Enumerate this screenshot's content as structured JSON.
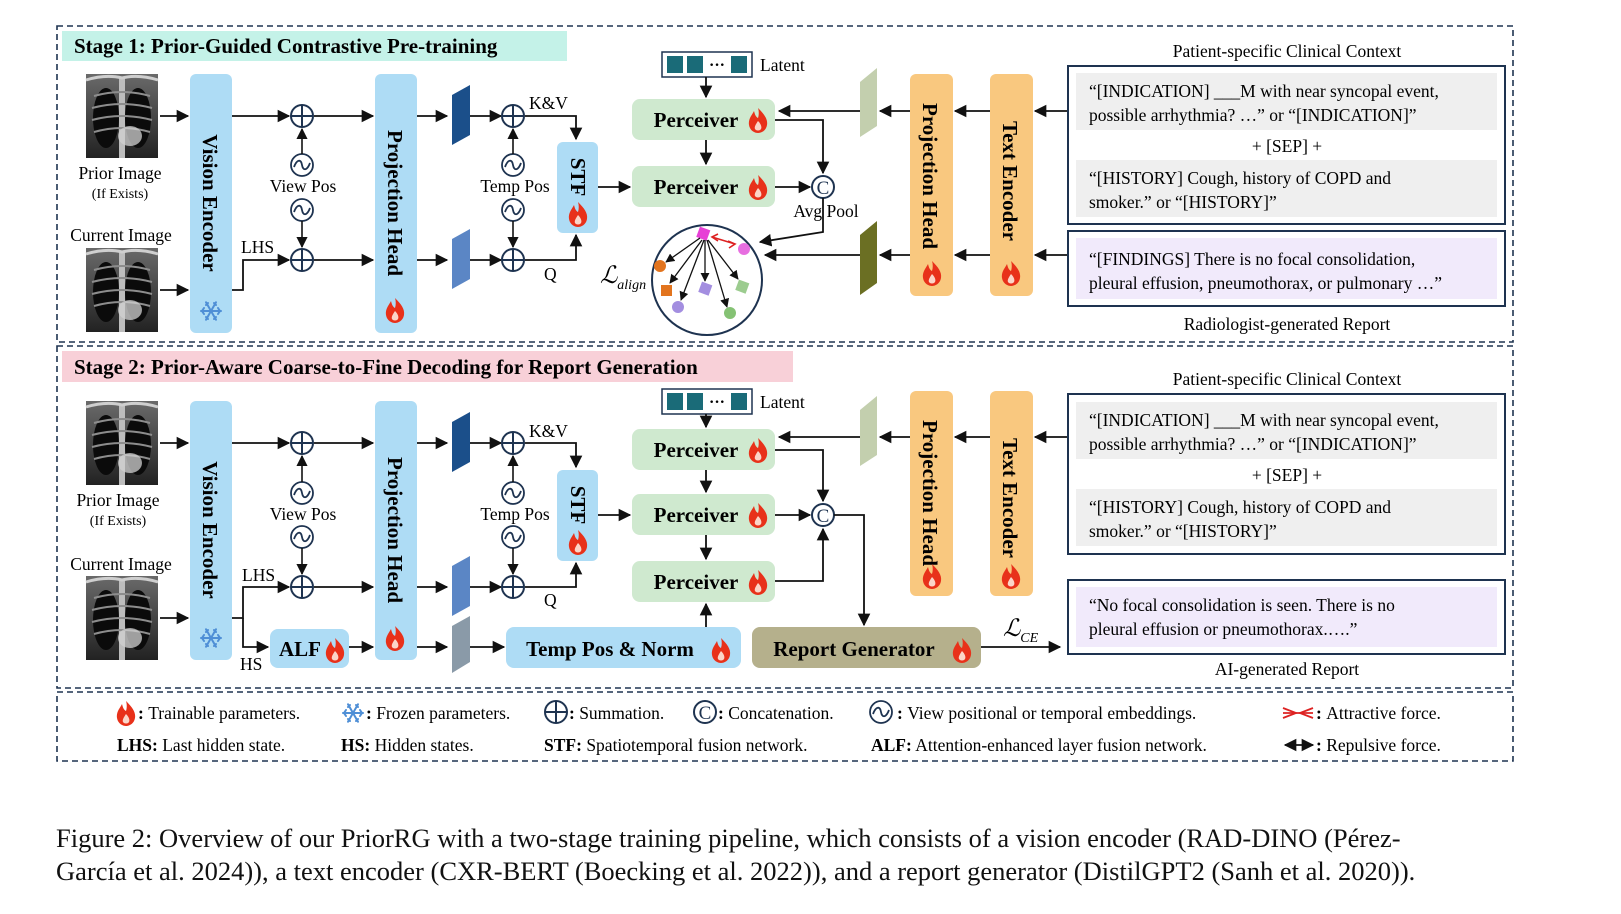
{
  "stage1": {
    "title": "Stage 1: Prior-Guided Contrastive Pre-training",
    "prior_image_label": "Prior Image",
    "prior_image_sub": "(If Exists)",
    "current_image_label": "Current Image",
    "vision_encoder": "Vision Encoder",
    "projection_head": "Projection Head",
    "view_pos": "View Pos",
    "temp_pos": "Temp Pos",
    "lhs": "LHS",
    "kv": "K&V",
    "q": "Q",
    "stf": "STF",
    "latent": "Latent",
    "perceiver": "Perceiver",
    "avg_pool": "Avg Pool",
    "loss_align_main": "ℒ",
    "loss_align_sub": "align",
    "text_projection_head": "Projection Head",
    "text_encoder": "Text Encoder",
    "context_title": "Patient-specific Clinical Context",
    "indication_line1": "“[INDICATION] ___M with near syncopal event,",
    "indication_line2": "possible arrhythmia? …” or “[INDICATION]”",
    "sep": "+ [SEP] +",
    "history_line1": "“[HISTORY] Cough, history of COPD and",
    "history_line2": "smoker.” or “[HISTORY]”",
    "findings_line1": "“[FINDINGS] There is no focal consolidation,",
    "findings_line2": "pleural effusion, pneumothorax, or pulmonary …”",
    "report_label": "Radiologist-generated Report"
  },
  "stage2": {
    "title": "Stage 2: Prior-Aware Coarse-to-Fine Decoding for Report Generation",
    "prior_image_label": "Prior Image",
    "prior_image_sub": "(If Exists)",
    "current_image_label": "Current Image",
    "vision_encoder": "Vision Encoder",
    "projection_head": "Projection Head",
    "view_pos": "View Pos",
    "temp_pos": "Temp Pos",
    "lhs": "LHS",
    "hs": "HS",
    "alf": "ALF",
    "kv": "K&V",
    "q": "Q",
    "stf": "STF",
    "latent": "Latent",
    "perceiver": "Perceiver",
    "temp_pos_norm": "Temp Pos & Norm",
    "report_generator": "Report Generator",
    "loss_ce_main": "ℒ",
    "loss_ce_sub": "CE",
    "text_projection_head": "Projection Head",
    "text_encoder": "Text Encoder",
    "context_title": "Patient-specific Clinical Context",
    "indication_line1": "“[INDICATION] ___M with near syncopal event,",
    "indication_line2": "possible arrhythmia? …” or “[INDICATION]”",
    "sep": "+ [SEP] +",
    "history_line1": "“[HISTORY] Cough, history of COPD and",
    "history_line2": "smoker.” or “[HISTORY]”",
    "output_line1": "“No focal consolidation is seen. There is no",
    "output_line2": "pleural effusion or pneumothorax.….”",
    "report_label": "AI-generated Report"
  },
  "legend": {
    "trainable": "Trainable parameters.",
    "frozen": "Frozen parameters.",
    "summation": "Summation.",
    "concatenation": "Concatenation.",
    "pos_emb": "View positional or temporal embeddings.",
    "attractive": "Attractive force.",
    "lhs_key": "LHS:",
    "lhs_text": "Last hidden state.",
    "hs_key": "HS:",
    "hs_text": "Hidden states.",
    "stf_key": "STF:",
    "stf_text": "Spatiotemporal fusion network.",
    "alf_key": "ALF:",
    "alf_text": "Attention-enhanced layer fusion network.",
    "repulsive": "Repulsive force."
  },
  "caption": {
    "line1": "Figure 2: Overview of our PriorRG with a two-stage training pipeline, which consists of a vision encoder (RAD-DINO (Pérez-",
    "line2": "García et al. 2024)), a text encoder (CXR-BERT (Boecking et al. 2022)), and a report generator (DistilGPT2 (Sanh et al. 2020))."
  },
  "colors": {
    "stage1_title_bg": "#c4f2e8",
    "stage2_title_bg": "#f8d0d8",
    "encoder_blue": "#aedcf5",
    "perceiver_green": "#cfe9cf",
    "text_encoder_orange": "#f9c87f",
    "report_generator_olive": "#b5b08c",
    "findings_purple": "#f1eafb",
    "flame": "#e8311a",
    "snow": "#4f8fd6",
    "frame": "#1e3350"
  },
  "icons": [
    "flame-icon",
    "snowflake-icon",
    "sum-icon",
    "concat-icon",
    "wave-icon",
    "attract-icon",
    "repel-icon",
    "xray-image"
  ]
}
